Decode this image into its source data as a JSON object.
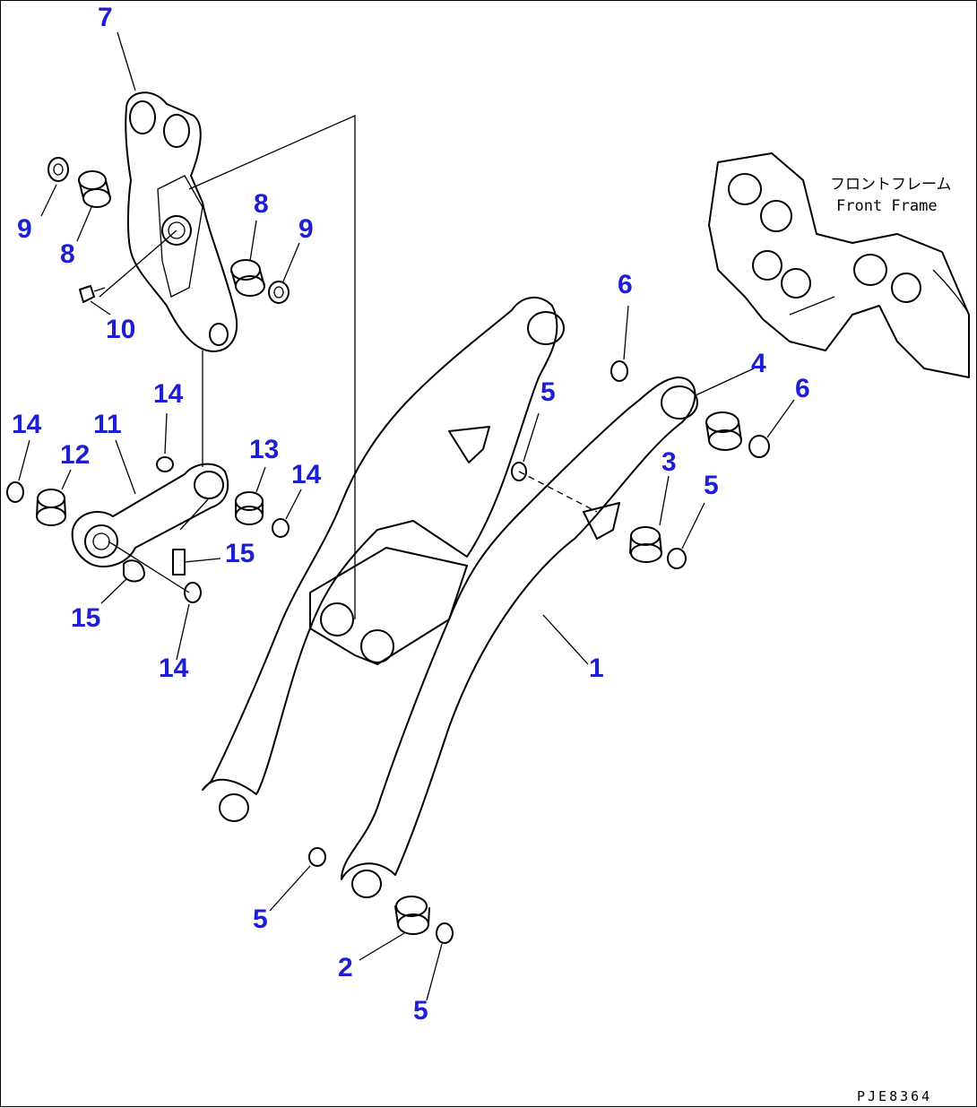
{
  "callout_color": "#1e1ed2",
  "labels": {
    "c7": "7",
    "c9a": "9",
    "c8a": "8",
    "c8b": "8",
    "c9b": "9",
    "c10": "10",
    "c14a": "14",
    "c14b": "14",
    "c11": "11",
    "c12": "12",
    "c13": "13",
    "c14c": "14",
    "c15a": "15",
    "c15b": "15",
    "c14d": "14",
    "c6a": "6",
    "c5a": "5",
    "c4": "4",
    "c6b": "6",
    "c3": "3",
    "c5b": "5",
    "c1": "1",
    "c5c": "5",
    "c2": "2",
    "c5d": "5"
  },
  "notes": {
    "frame_jp": "フロントフレーム",
    "frame_en": "Front Frame",
    "drawing_no": "PJE8364"
  }
}
